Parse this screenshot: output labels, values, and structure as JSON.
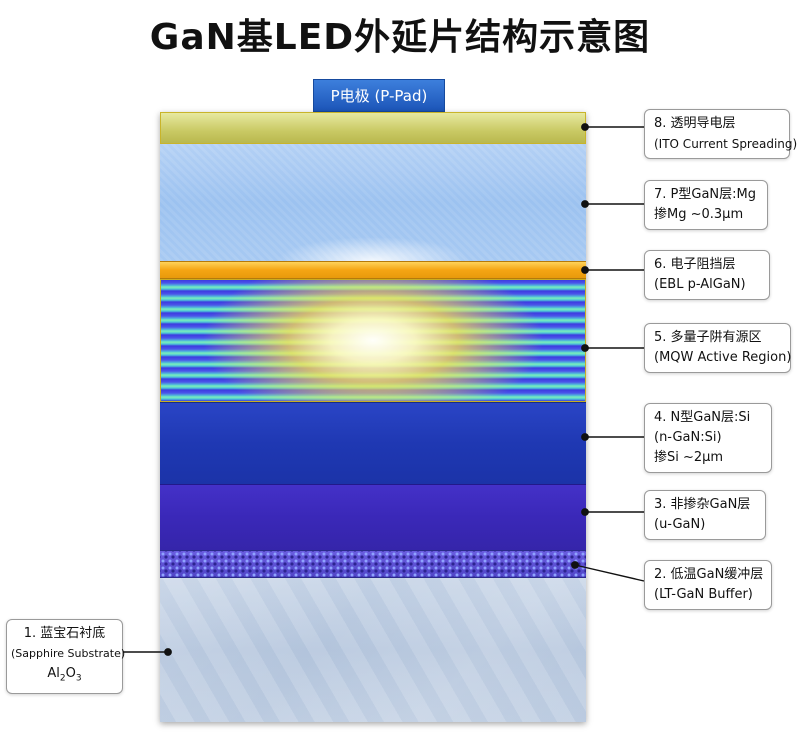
{
  "title": "GaN基LED外延片结构示意图",
  "p_pad": "P电极 (P-Pad)",
  "layers": {
    "ito": {
      "line1": "8. 透明导电层",
      "line2": "(ITO Current Spreading)"
    },
    "pgan": {
      "line1": "7. P型GaN层:Mg",
      "line2": "掺Mg ~0.3μm"
    },
    "ebl": {
      "line1": "6. 电子阻挡层",
      "line2": "(EBL p-AlGaN)"
    },
    "mqw": {
      "line1": "5. 多量子阱有源区",
      "line2": "(MQW Active Region)"
    },
    "ngan": {
      "line1": "4. N型GaN层:Si",
      "line2": "(n-GaN:Si)",
      "line3": "掺Si ~2μm"
    },
    "ugan": {
      "line1": "3. 非掺杂GaN层",
      "line2": "(u-GaN)"
    },
    "buffer": {
      "line1": "2. 低温GaN缓冲层",
      "line2": "(LT-GaN Buffer)"
    },
    "sapphire": {
      "line1": "1. 蓝宝石衬底",
      "line2": "(Sapphire Substrate)",
      "line3_main": "Al",
      "sub1": "2",
      "mid": "O",
      "sub2": "3"
    }
  },
  "colors": {
    "ito": "#c9c964",
    "pgan": "#a8caf2",
    "ebl": "#f5a514",
    "mqw": "#3d3be0",
    "ngan": "#1f38b3",
    "ugan": "#3a28b8",
    "buffer": "#5146c8",
    "sapphire": "#bfcde2",
    "pad": "#2a66c8"
  }
}
